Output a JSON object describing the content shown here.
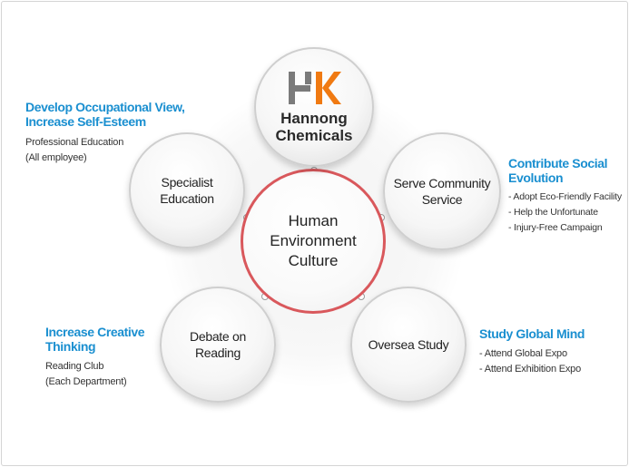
{
  "center": {
    "label": "Human\nEnvironment\nCulture",
    "ring_color": "#d9585c"
  },
  "logo": {
    "mark_text": "HK",
    "name": "Hannong\nChemicals",
    "colors": {
      "h": "#7b7b7b",
      "k": "#f07a12"
    }
  },
  "nodes": {
    "specialist": "Specialist\nEducation",
    "community": "Serve Community\nService",
    "debate": "Debate on\nReading",
    "oversea": "Oversea Study"
  },
  "annotations": {
    "top_left": {
      "title": "Develop Occupational View,\nIncrease Self-Esteem",
      "items": [
        "Professional Education",
        "(All employee)"
      ]
    },
    "top_right": {
      "title": "Contribute Social\nEvolution",
      "items": [
        "- Adopt Eco-Friendly Facility",
        "- Help the Unfortunate",
        "- Injury-Free Campaign"
      ]
    },
    "bottom_left": {
      "title": "Increase Creative\nThinking",
      "items": [
        "Reading Club",
        "(Each Department)"
      ]
    },
    "bottom_right": {
      "title": "Study Global Mind",
      "items": [
        "- Attend Global Expo",
        "- Attend Exhibition Expo"
      ]
    }
  },
  "colors": {
    "accent": "#1a8fd0",
    "ring": "#d9585c",
    "bubble_border": "#cfcfcf"
  }
}
